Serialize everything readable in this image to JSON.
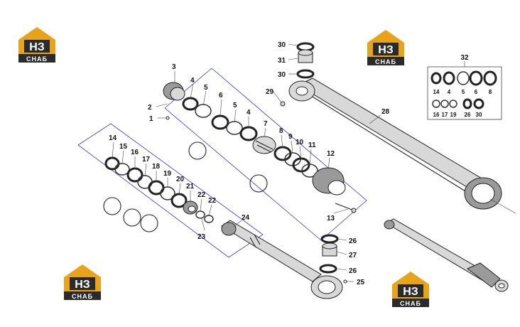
{
  "logo": {
    "letters": "НЗ",
    "tag": "СНАБ",
    "accent": "#e8a317",
    "dark": "#2b2b2b"
  },
  "callouts": {
    "c1": "1",
    "c2": "2",
    "c3": "3",
    "c4a": "4",
    "c5a": "5",
    "c6a": "6",
    "c5b": "5",
    "c4b": "4",
    "c7": "7",
    "c8": "8",
    "c9": "9",
    "c10": "10",
    "c11": "11",
    "c12": "12",
    "c13": "13",
    "c14": "14",
    "c15": "15",
    "c16": "16",
    "c17": "17",
    "c18": "18",
    "c19": "19",
    "c20": "20",
    "c21": "21",
    "c22a": "22",
    "c22b": "22",
    "c23": "23",
    "c24": "24",
    "c25": "25",
    "c26a": "26",
    "c27": "27",
    "c26b": "26",
    "c28": "28",
    "c29": "29",
    "c30a": "30",
    "c31": "31",
    "c30b": "30"
  },
  "kit": {
    "title": "32",
    "row1": [
      "14",
      "4",
      "5",
      "6",
      "8"
    ],
    "row2": [
      "16",
      "17",
      "19",
      "26",
      "30"
    ]
  }
}
